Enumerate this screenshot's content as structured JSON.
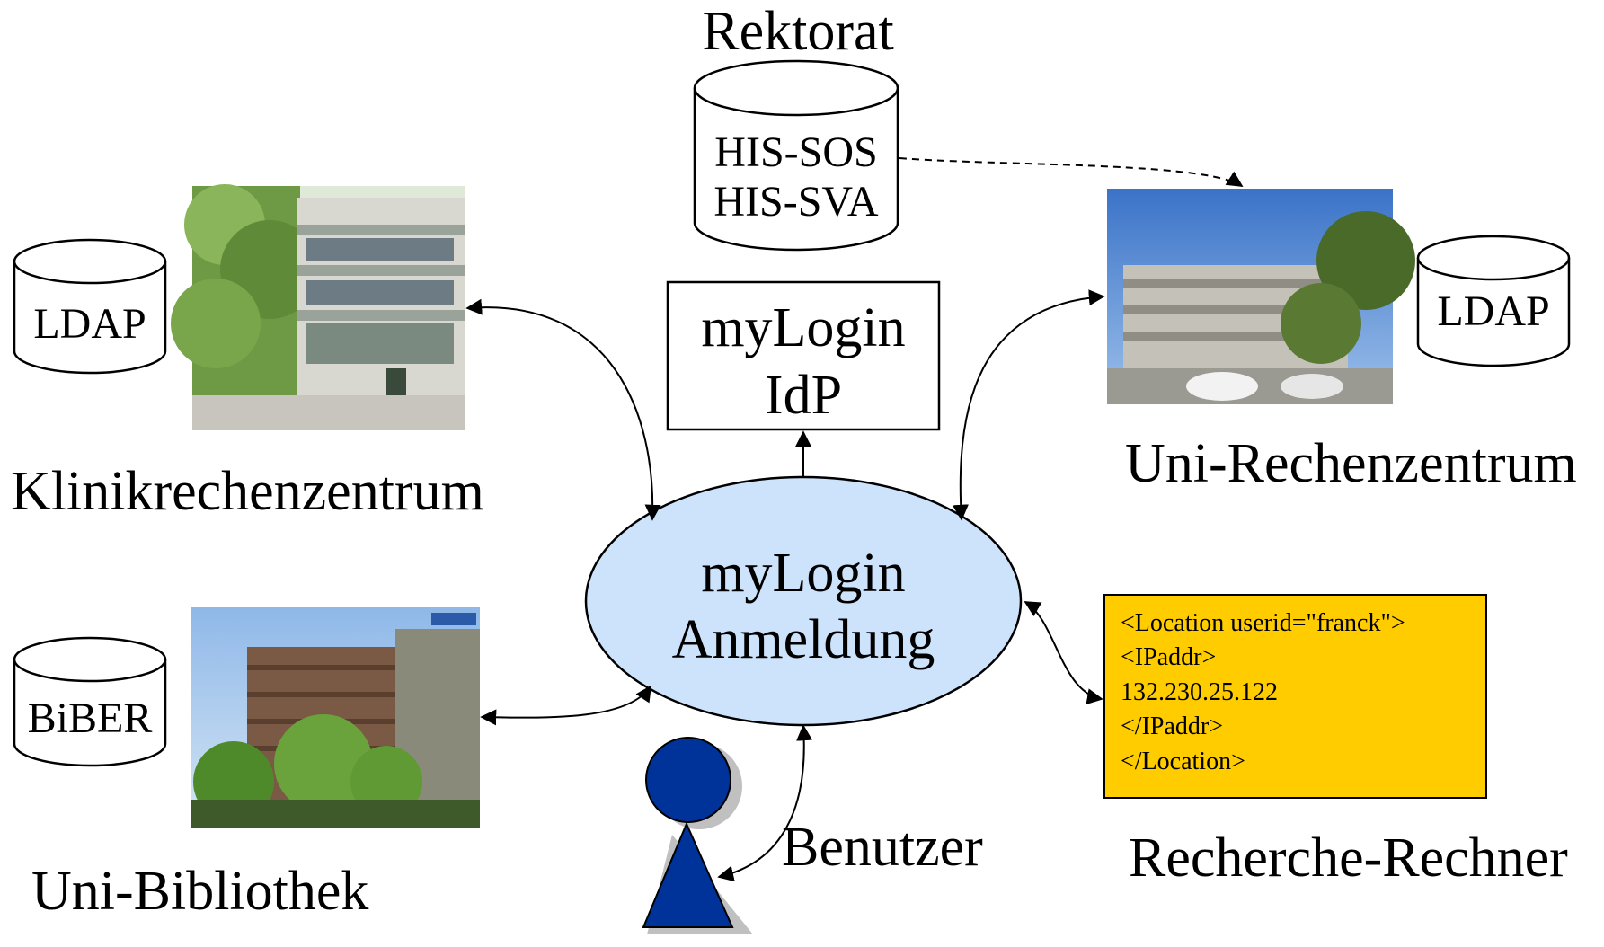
{
  "rektorat": {
    "title": "Rektorat",
    "db_line1": "HIS-SOS",
    "db_line2": "HIS-SVA"
  },
  "idp": {
    "line1": "myLogin",
    "line2": "IdP"
  },
  "center": {
    "line1": "myLogin",
    "line2": "Anmeldung"
  },
  "klinik": {
    "db_label": "LDAP",
    "title": "Klinikrechenzentrum"
  },
  "bibliothek": {
    "db_label": "BiBER",
    "title": "Uni-Bibliothek"
  },
  "urz": {
    "db_label": "LDAP",
    "title": "Uni-Rechenzentrum"
  },
  "recherche": {
    "lines": [
      "<Location userid=\"franck\">",
      "<IPaddr>",
      "132.230.25.122",
      "</IPaddr>",
      "</Location>"
    ],
    "title": "Recherche-Rechner"
  },
  "user": {
    "title": "Benutzer"
  },
  "colors": {
    "ellipse_fill": "#cde3fb",
    "note_fill": "#ffcc00",
    "person_fill": "#003399",
    "shadow": "#c0c0c0"
  }
}
